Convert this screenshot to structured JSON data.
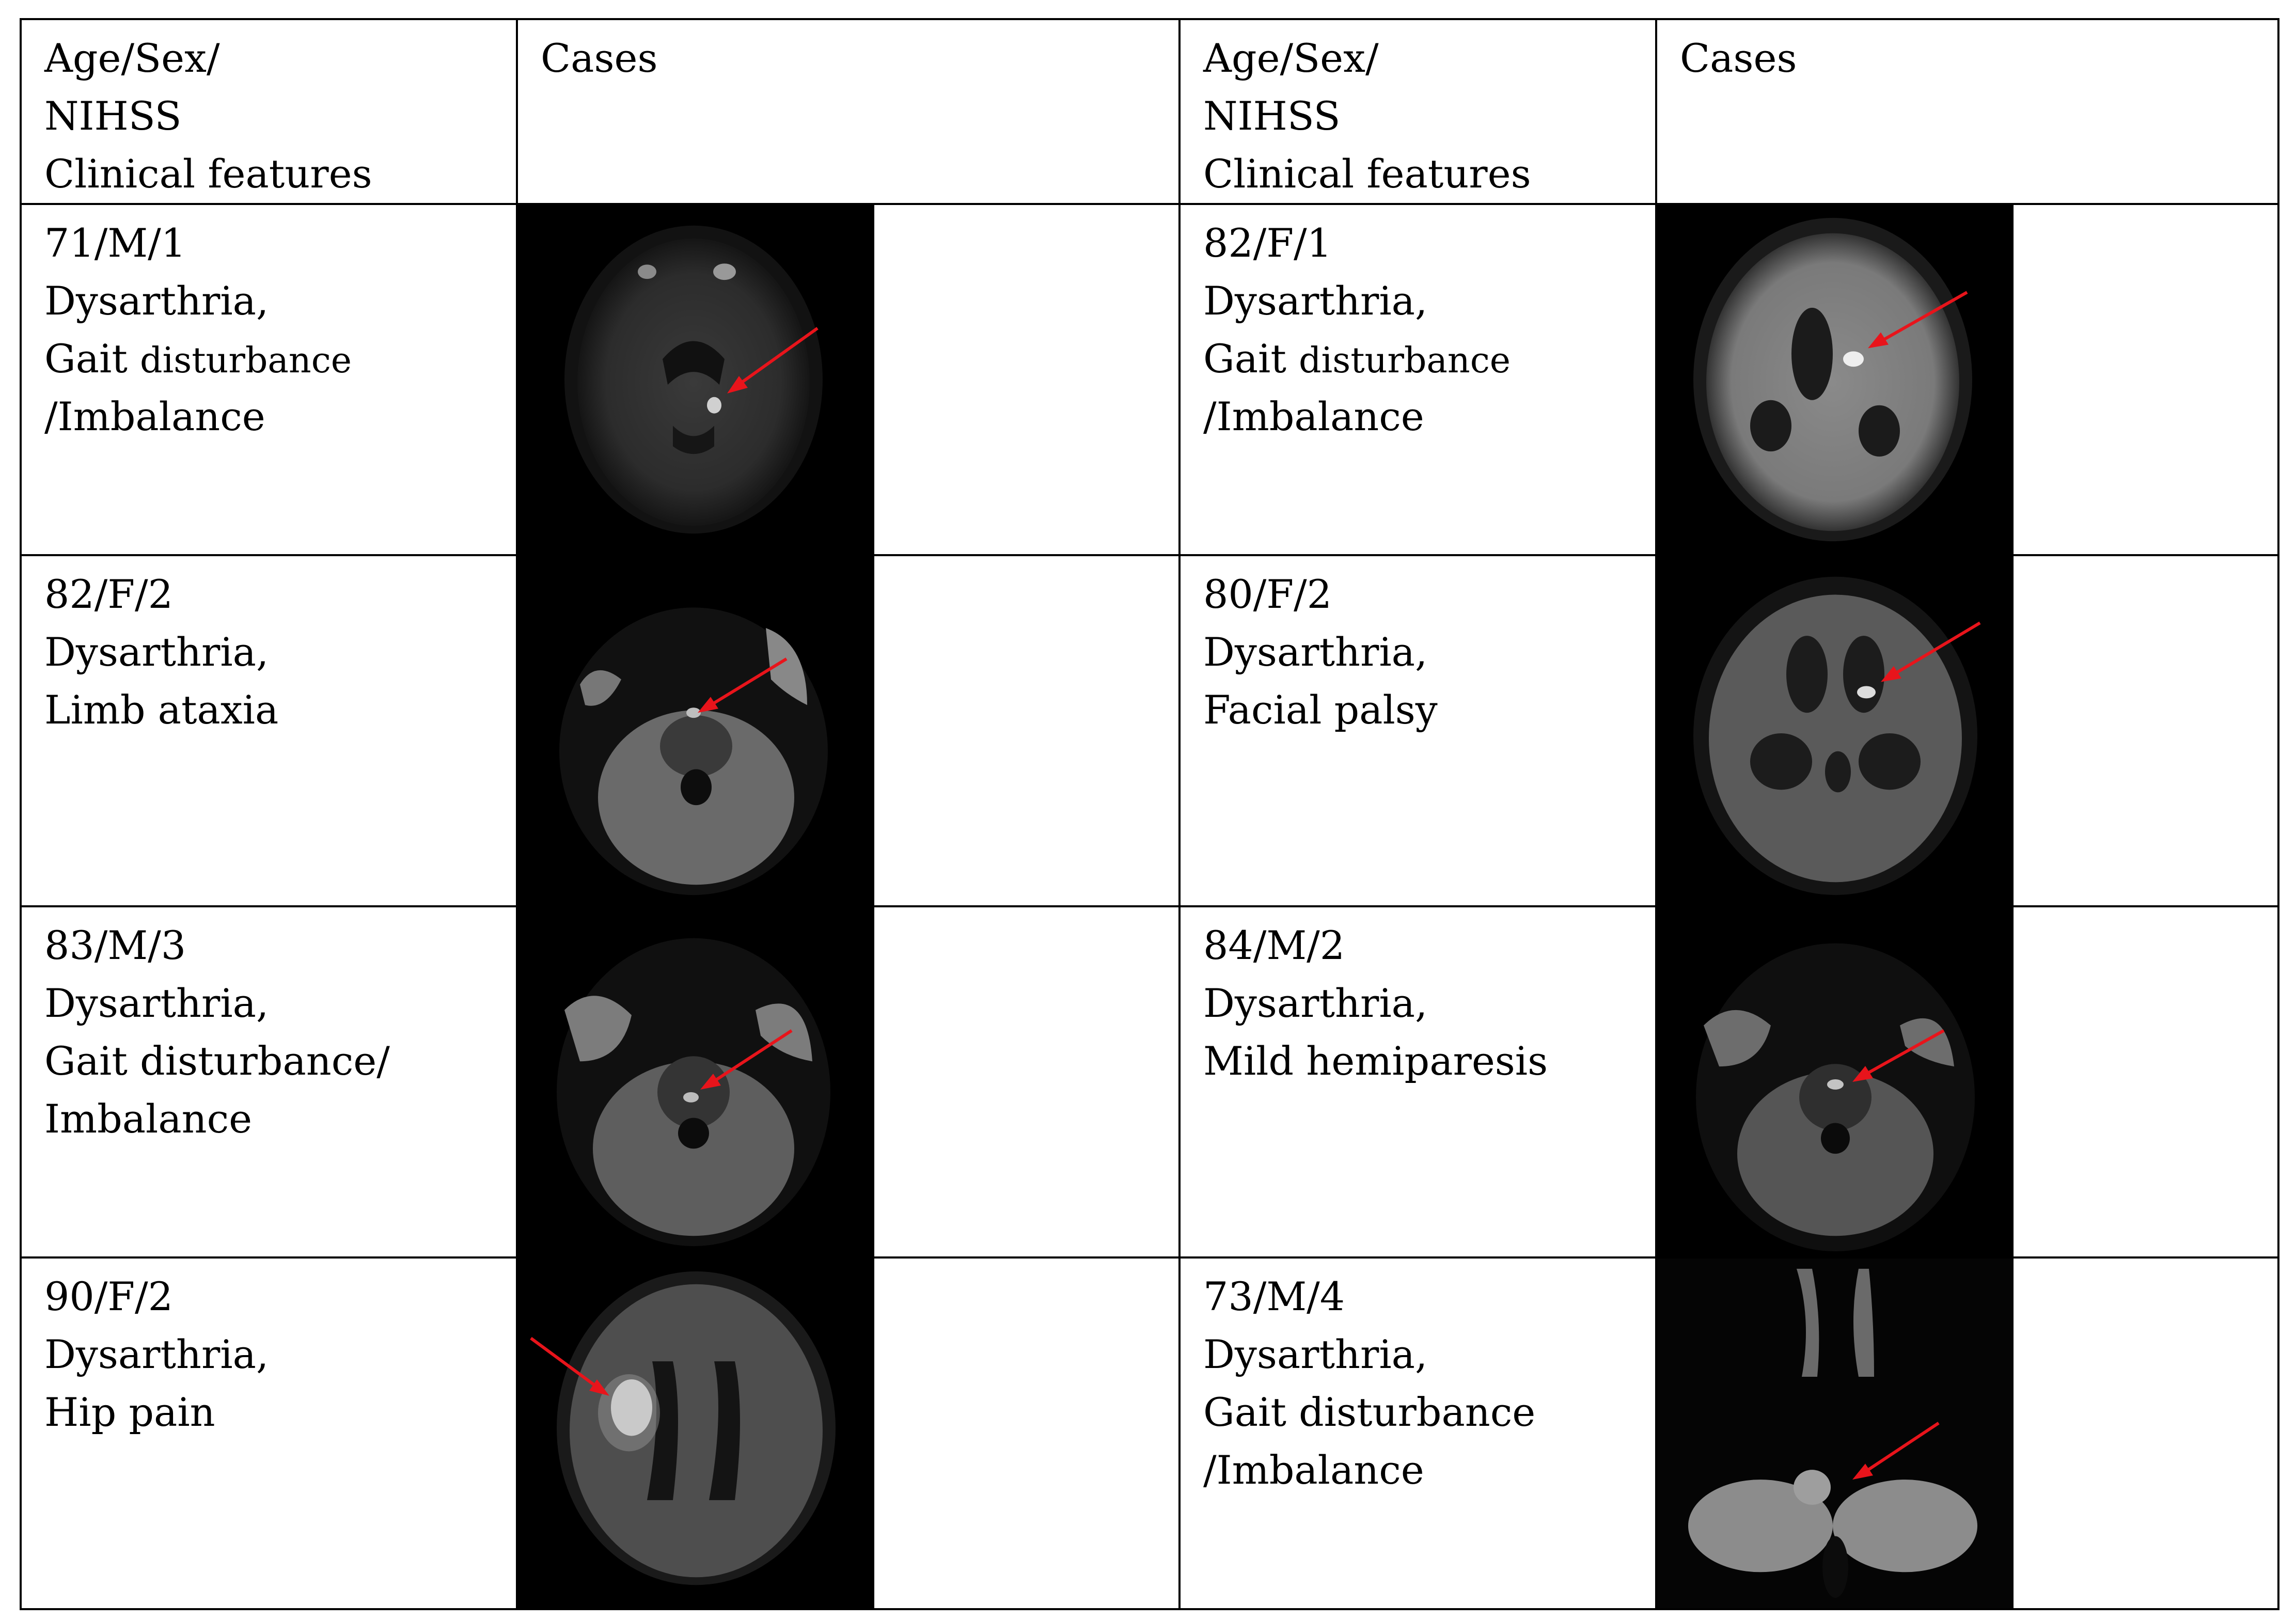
{
  "header": {
    "col1_lines": [
      "Age/Sex/",
      "NIHSS",
      "Clinical features"
    ],
    "col2": "Cases",
    "col3_lines": [
      "Age/Sex/",
      "NIHSS",
      "Clinical features"
    ],
    "col4": "Cases"
  },
  "rows": [
    {
      "left": {
        "line1": "71/M/1",
        "line2": "Dysarthria,",
        "line3a": "Gait ",
        "line3b": "disturbance",
        "line4": "/Imbalance",
        "image": "axial-dwi-basal-ganglia-lesion"
      },
      "right": {
        "line1": "82/F/1",
        "line2": "Dysarthria,",
        "line3a": "Gait ",
        "line3b": "disturbance",
        "line4": "/Imbalance",
        "image": "axial-dwi-basal-ganglia-lesion"
      }
    },
    {
      "left": {
        "line1": "82/F/2",
        "line2": "Dysarthria,",
        "line3": "Limb ataxia",
        "image": "axial-dwi-pons-lesion"
      },
      "right": {
        "line1": "80/F/2",
        "line2": "Dysarthria,",
        "line3": "Facial palsy",
        "image": "axial-dwi-internal-capsule-lesion"
      }
    },
    {
      "left": {
        "line1": "83/M/3",
        "line2": "Dysarthria,",
        "line3": "Gait disturbance/",
        "line4": "Imbalance",
        "image": "axial-dwi-pons-lesion"
      },
      "right": {
        "line1": "84/M/2",
        "line2": "Dysarthria,",
        "line3": "Mild hemiparesis",
        "image": "axial-dwi-pons-lesion"
      }
    },
    {
      "left": {
        "line1": "90/F/2",
        "line2": "Dysarthria,",
        "line3": "Hip pain",
        "image": "axial-dwi-corona-radiata-lesion"
      },
      "right": {
        "line1": "73/M/4",
        "line2": "Dysarthria,",
        "line3": "Gait disturbance",
        "line4": "/Imbalance",
        "image": "axial-dwi-medulla-lesion"
      }
    }
  ],
  "colors": {
    "arrow": "#e8141b",
    "border": "#000000",
    "mri_background": "#000000"
  }
}
